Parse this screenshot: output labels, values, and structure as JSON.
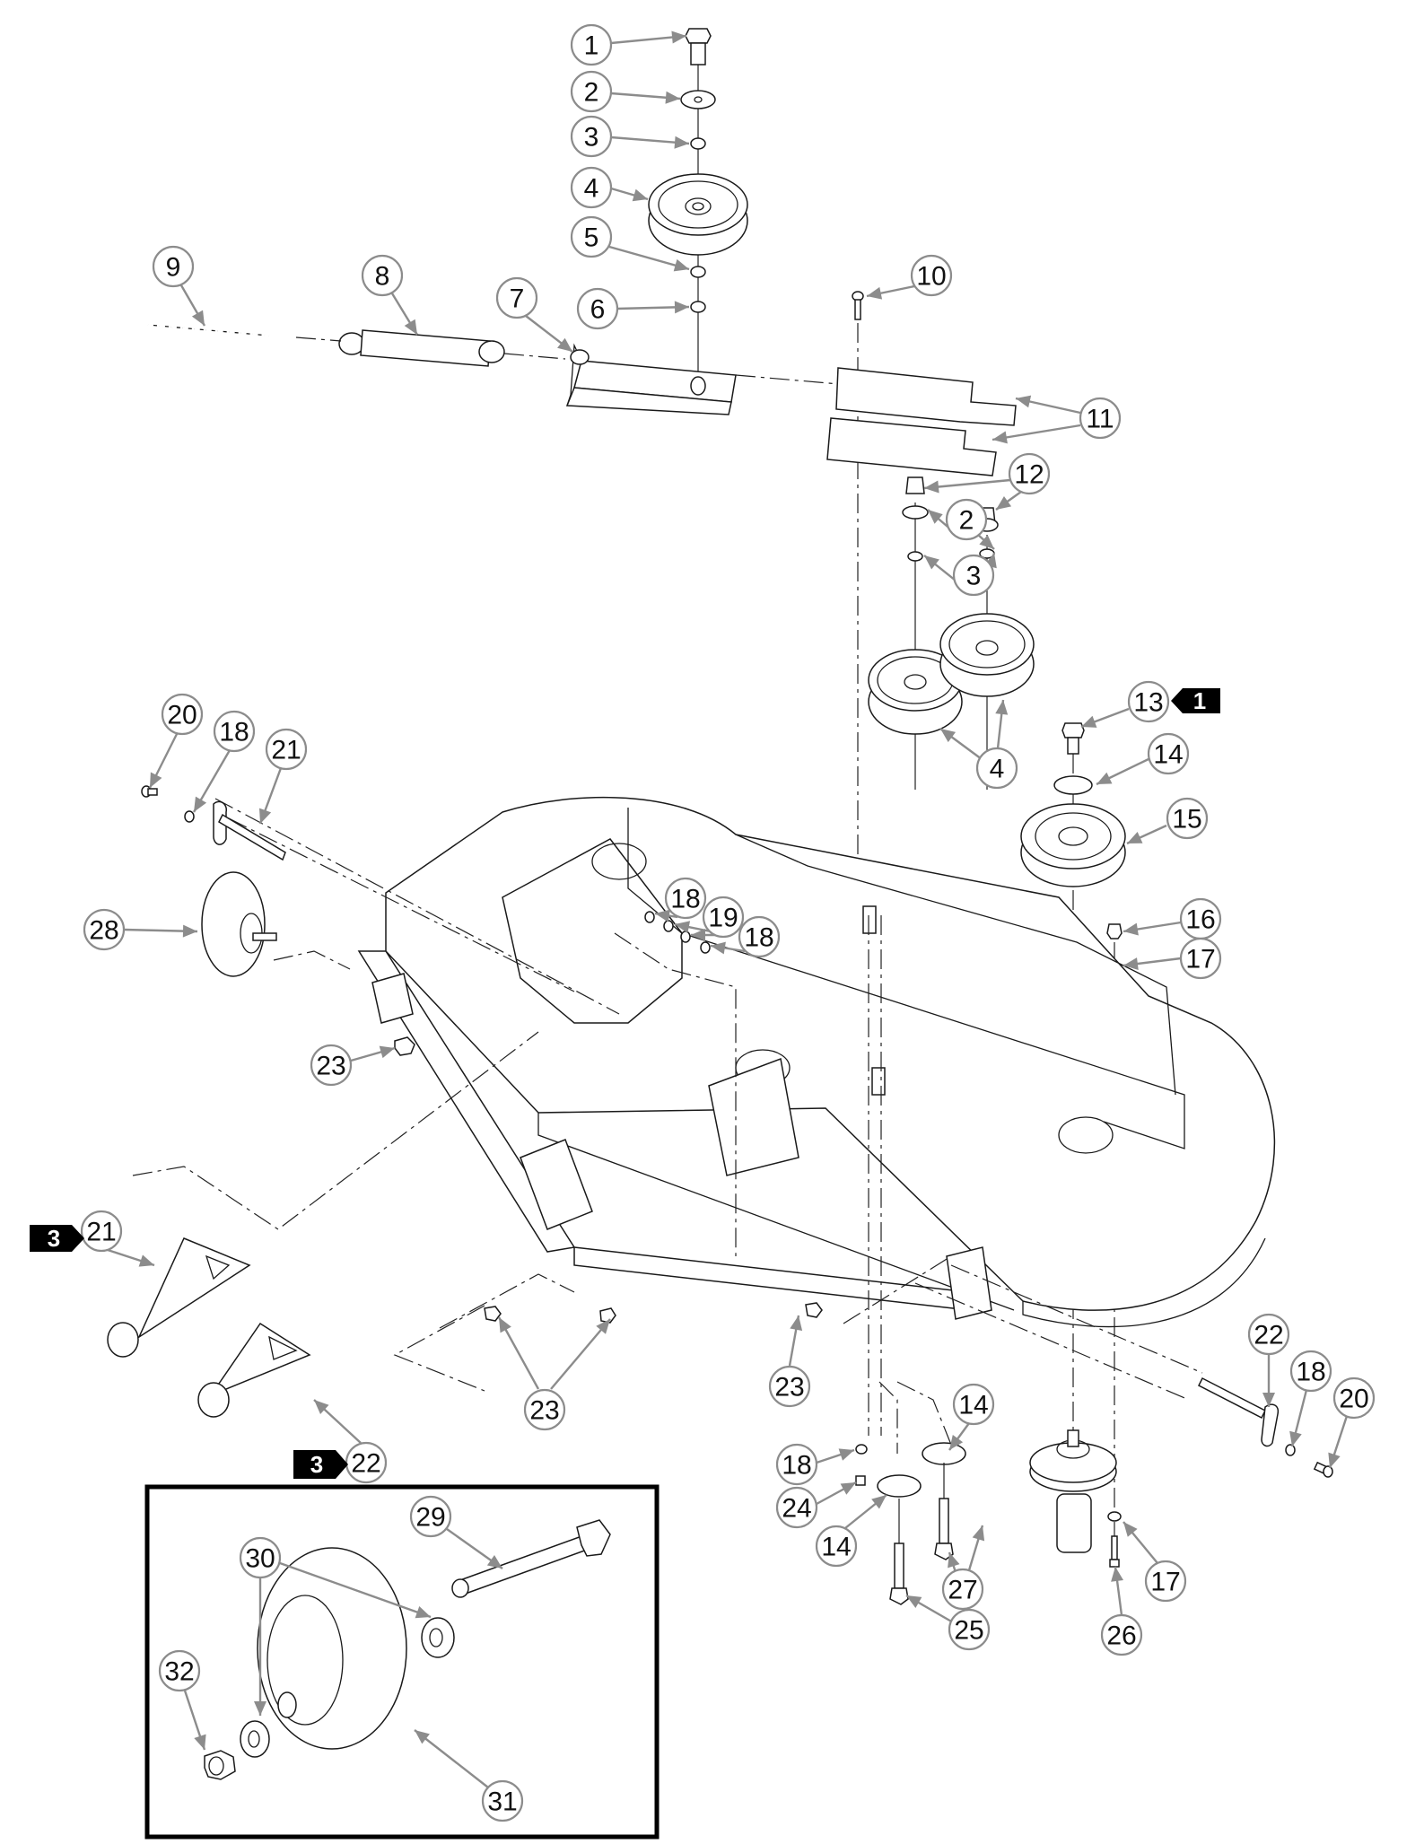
{
  "title": "Mower deck exploded parts diagram",
  "accent_color": "#8c8c8c",
  "tag_color": "#000000",
  "callouts": [
    {
      "id": "c1",
      "label": "1"
    },
    {
      "id": "c2a",
      "label": "2"
    },
    {
      "id": "c3a",
      "label": "3"
    },
    {
      "id": "c4a",
      "label": "4"
    },
    {
      "id": "c5",
      "label": "5"
    },
    {
      "id": "c6",
      "label": "6"
    },
    {
      "id": "c7",
      "label": "7"
    },
    {
      "id": "c8",
      "label": "8"
    },
    {
      "id": "c9",
      "label": "9"
    },
    {
      "id": "c10",
      "label": "10"
    },
    {
      "id": "c11",
      "label": "11"
    },
    {
      "id": "c12",
      "label": "12"
    },
    {
      "id": "c2b",
      "label": "2"
    },
    {
      "id": "c3b",
      "label": "3"
    },
    {
      "id": "c4b",
      "label": "4"
    },
    {
      "id": "c13",
      "label": "13"
    },
    {
      "id": "c14a",
      "label": "14"
    },
    {
      "id": "c15",
      "label": "15"
    },
    {
      "id": "c16",
      "label": "16"
    },
    {
      "id": "c17a",
      "label": "17"
    },
    {
      "id": "c20a",
      "label": "20"
    },
    {
      "id": "c18a",
      "label": "18"
    },
    {
      "id": "c21a",
      "label": "21"
    },
    {
      "id": "c28",
      "label": "28"
    },
    {
      "id": "c18b",
      "label": "18"
    },
    {
      "id": "c19",
      "label": "19"
    },
    {
      "id": "c18c",
      "label": "18"
    },
    {
      "id": "c23a",
      "label": "23"
    },
    {
      "id": "c21b",
      "label": "21"
    },
    {
      "id": "c23b",
      "label": "23"
    },
    {
      "id": "c22a",
      "label": "22"
    },
    {
      "id": "c23c",
      "label": "23"
    },
    {
      "id": "c22b",
      "label": "22"
    },
    {
      "id": "c18d",
      "label": "18"
    },
    {
      "id": "c20b",
      "label": "20"
    },
    {
      "id": "c14b",
      "label": "14"
    },
    {
      "id": "c18e",
      "label": "18"
    },
    {
      "id": "c24",
      "label": "24"
    },
    {
      "id": "c14c",
      "label": "14"
    },
    {
      "id": "c25",
      "label": "25"
    },
    {
      "id": "c27",
      "label": "27"
    },
    {
      "id": "c17b",
      "label": "17"
    },
    {
      "id": "c26",
      "label": "26"
    },
    {
      "id": "c29",
      "label": "29"
    },
    {
      "id": "c30",
      "label": "30"
    },
    {
      "id": "c31",
      "label": "31"
    },
    {
      "id": "c32",
      "label": "32"
    }
  ],
  "reference_tags": [
    {
      "id": "tag13",
      "label": "1",
      "refers_to": "13"
    },
    {
      "id": "tag21",
      "label": "3",
      "refers_to": "21"
    },
    {
      "id": "tag22",
      "label": "3",
      "refers_to": "22"
    }
  ]
}
